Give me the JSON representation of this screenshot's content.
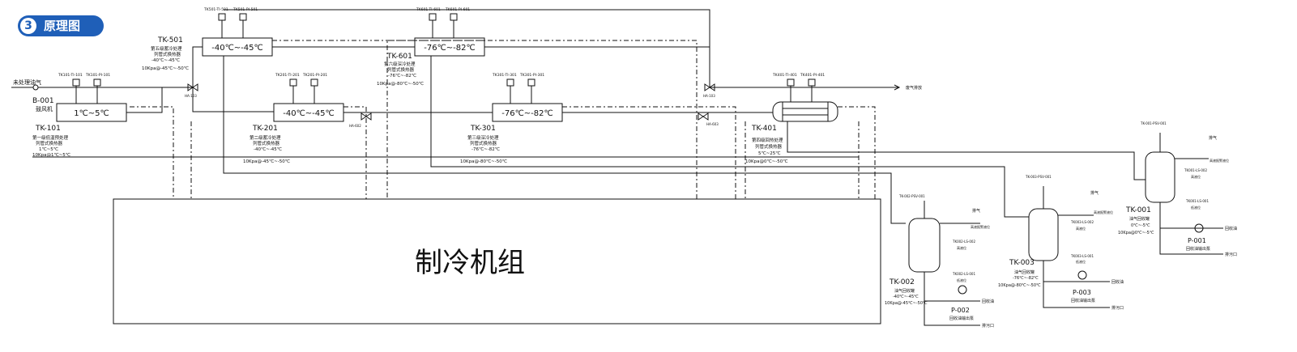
{
  "header": {
    "number": "3",
    "title": "原理图"
  },
  "refrigeration_unit": {
    "label": "制冷机组"
  },
  "inlet": {
    "label": "未处理油气"
  },
  "vent_top": {
    "label": "废气排放"
  },
  "blower": {
    "tag": "B-001",
    "name": "鼓风机"
  },
  "exchangers": [
    {
      "tag": "TK-101",
      "temp": "1℃~5℃",
      "lines": [
        "第一级低温预处理",
        "列管式换热器",
        "1℃~5℃",
        "10Kpa@1℃~5℃"
      ],
      "instr": [
        "TK101-TI-101",
        "TK101-PI-101"
      ]
    },
    {
      "tag": "TK-501",
      "temp": "-40℃~-45℃",
      "lines": [
        "第五级蓄冷处理",
        "列管式换热器",
        "-40℃~-45℃",
        "10Kpa@-45℃~-50℃"
      ],
      "instr": [
        "TK501-TI-501",
        "TK501-PI-501"
      ]
    },
    {
      "tag": "TK-201",
      "temp": "-40℃~-45℃",
      "lines": [
        "第二级蓄冷处理",
        "列管式换热器",
        "-40℃~-45℃",
        "10Kpa@-45℃~-50℃"
      ],
      "instr": [
        "TK201-TI-201",
        "TK201-PI-201"
      ]
    },
    {
      "tag": "TK-601",
      "temp": "-76℃~-82℃",
      "lines": [
        "第六级深冷处理",
        "列管式换热器",
        "-76℃~-82℃",
        "10Kpa@-80℃~-50℃"
      ],
      "instr": [
        "TK601-TI-601",
        "TK601-PI-601"
      ]
    },
    {
      "tag": "TK-301",
      "temp": "-76℃~-82℃",
      "lines": [
        "第三级深冷处理",
        "列管式换热器",
        "-76℃~-82℃",
        "10Kpa@-80℃~-50℃"
      ],
      "instr": [
        "TK301-TI-301",
        "TK301-PI-301"
      ]
    },
    {
      "tag": "TK-401",
      "temp": "",
      "lines": [
        "第四级回热处理",
        "列管式换热器",
        "5℃~25℃",
        "10Kpa@0℃~-50℃"
      ],
      "instr": [
        "TK401-TI-401",
        "TK401-PI-401"
      ]
    }
  ],
  "valves": [
    "HA-103",
    "HA-602",
    "HA-603",
    "HA-103"
  ],
  "tanks": [
    {
      "tag": "TK-002",
      "psv": "TK-002-PSV-001",
      "lines": [
        "油气回收罐",
        "-40℃~-45℃",
        "10Kpa@-45℃~-50℃"
      ],
      "alarm": "高液报警液位",
      "hi": "高液位",
      "lo": "低液位",
      "lvl_hi": "TK002-LS-002",
      "lvl_lo": "TK002-LS-001",
      "vent": "排气"
    },
    {
      "tag": "TK-003",
      "psv": "TK-003-PSV-001",
      "lines": [
        "油气回收罐",
        "-76℃~-82℃",
        "10Kpa@-80℃~-50℃"
      ],
      "alarm": "高液报警液位",
      "hi": "高液位",
      "lo": "低液位",
      "lvl_hi": "TK003-LS-002",
      "lvl_lo": "TK003-LS-001",
      "vent": "排气"
    },
    {
      "tag": "TK-001",
      "psv": "TK-001-PSV-001",
      "lines": [
        "油气回收罐",
        "0℃~-5℃",
        "10Kpa@0℃~-5℃"
      ],
      "alarm": "高液报警液位",
      "hi": "高液位",
      "lo": "低液位",
      "lvl_hi": "TK001-LS-002",
      "lvl_lo": "TK001-LS-001",
      "vent": "排气"
    }
  ],
  "pumps": [
    {
      "tag": "P-002",
      "name": "回收油输出泵",
      "out": "回收油",
      "drain": "排污口"
    },
    {
      "tag": "P-003",
      "name": "回收油输出泵",
      "out": "回收油",
      "drain": "排污口"
    },
    {
      "tag": "P-001",
      "name": "回收油输出泵",
      "out": "回收油",
      "drain": "排污口"
    }
  ]
}
